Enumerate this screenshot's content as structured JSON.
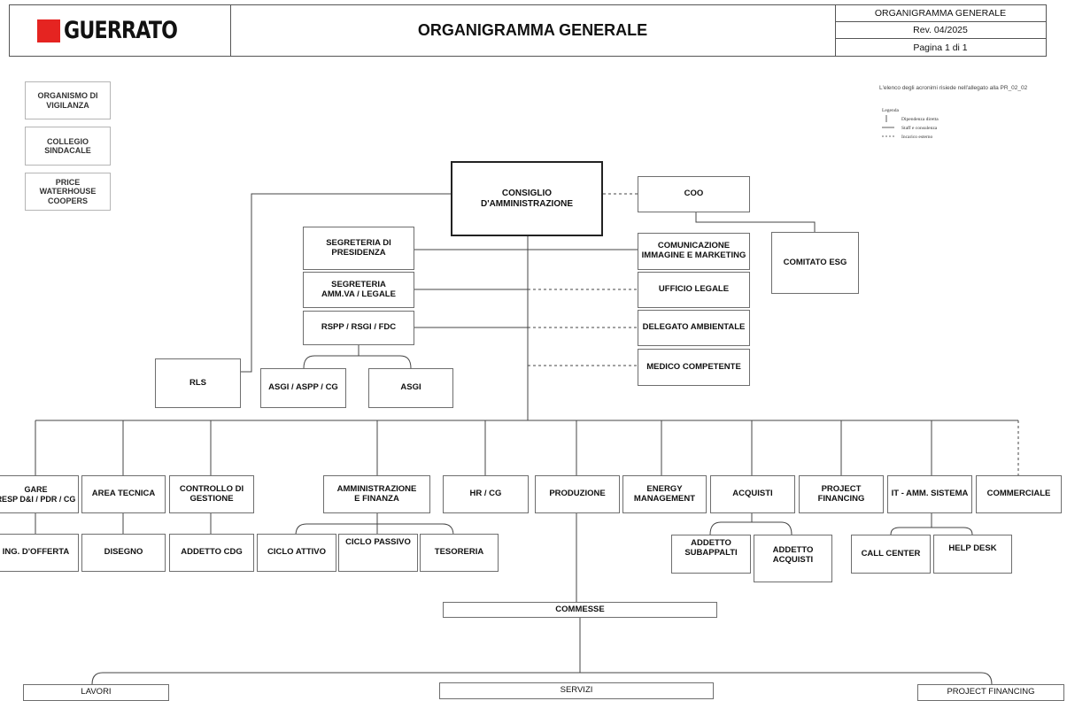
{
  "header": {
    "logo_text": "GUERRATO",
    "title": "ORGANIGRAMMA GENERALE",
    "doc_name": "ORGANIGRAMMA GENERALE",
    "revision": "Rev. 04/2025",
    "page": "Pagina 1 di 1",
    "brand_color": "#e52421"
  },
  "note": "L'elenco degli acronimi risiede nell'allegato alla PR_02_02",
  "legend": {
    "title": "Legenda",
    "direct": "Dipendenza diretta",
    "staff": "Staff e consulenza",
    "external": "Incarico esterno"
  },
  "nodes": {
    "odv": "ORGANISMO DI\nVIGILANZA",
    "collegio": "COLLEGIO\nSINDACALE",
    "pwc": "PRICE\nWATERHOUSE\nCOOPERS",
    "cda": "CONSIGLIO\nD'AMMINISTRAZIONE",
    "coo": "COO",
    "esg": "COMITATO ESG",
    "segr_pres": "SEGRETERIA DI\nPRESIDENZA",
    "segr_amm": "SEGRETERIA\nAMM.VA / LEGALE",
    "rspp": "RSPP / RSGI / FDC",
    "comunicazione": "COMUNICAZIONE\nIMMAGINE E MARKETING",
    "legale": "UFFICIO LEGALE",
    "delegato": "DELEGATO AMBIENTALE",
    "medico": "MEDICO COMPETENTE",
    "rls": "RLS",
    "asgi_aspp": "ASGI / ASPP / CG",
    "asgi": "ASGI",
    "gare": "GARE\nRESP D&I / PDR / CG",
    "area_tecnica": "AREA TECNICA",
    "controllo": "CONTROLLO DI\nGESTIONE",
    "amministrazione": "AMMINISTRAZIONE\nE FINANZA",
    "hr": "HR / CG",
    "produzione": "PRODUZIONE",
    "energy": "ENERGY\nMANAGEMENT",
    "acquisti": "ACQUISTI",
    "project_fin": "PROJECT\nFINANCING",
    "it": "IT - AMM. SISTEMA",
    "commerciale": "COMMERCIALE",
    "ing_offerta": "ING. D'OFFERTA",
    "disegno": "DISEGNO",
    "addetto_cdg": "ADDETTO CDG",
    "ciclo_attivo": "CICLO ATTIVO",
    "ciclo_passivo": "CICLO PASSIVO",
    "tesoreria": "TESORERIA",
    "sub": "ADDETTO\nSUBAPPALTI",
    "addetto_acq": "ADDETTO\nACQUISTI",
    "call_center": "CALL CENTER",
    "help_desk": "HELP DESK",
    "commesse": "COMMESSE",
    "lavori": "LAVORI",
    "servizi": "SERVIZI",
    "project_financing_bottom": "PROJECT FINANCING"
  }
}
